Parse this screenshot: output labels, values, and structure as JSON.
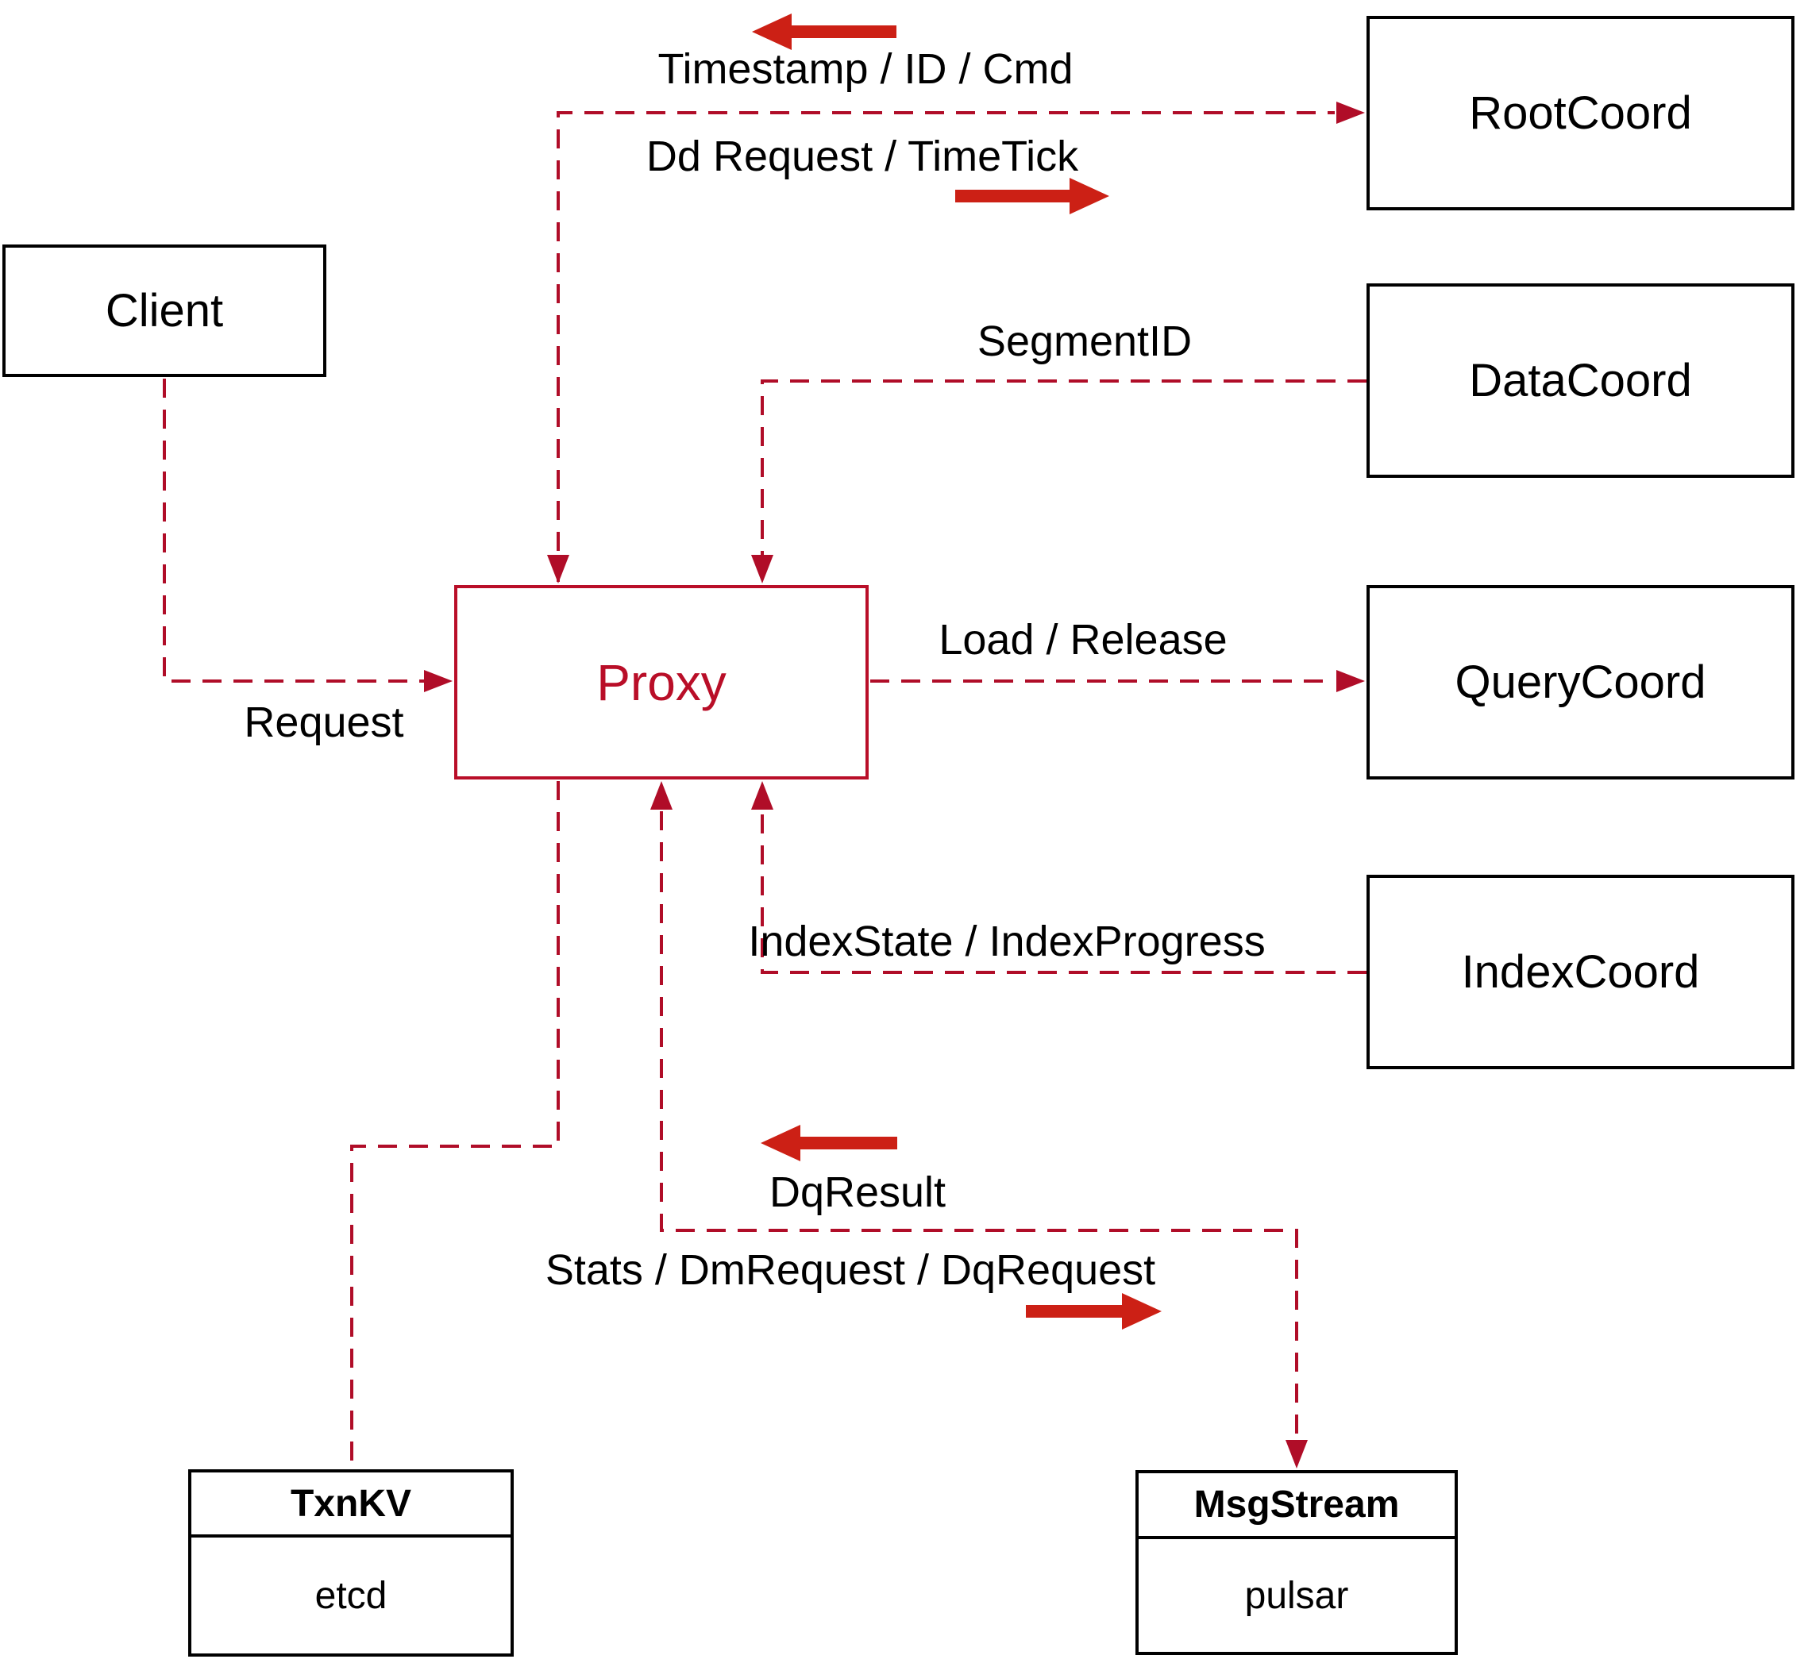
{
  "nodes": {
    "client": {
      "label": "Client"
    },
    "proxy": {
      "label": "Proxy"
    },
    "rootcoord": {
      "label": "RootCoord"
    },
    "datacoord": {
      "label": "DataCoord"
    },
    "querycoord": {
      "label": "QueryCoord"
    },
    "indexcoord": {
      "label": "IndexCoord"
    },
    "txnkv": {
      "title": "TxnKV",
      "subtitle": "etcd"
    },
    "msgstream": {
      "title": "MsgStream",
      "subtitle": "pulsar"
    }
  },
  "edges": {
    "timestamp": "Timestamp / ID / Cmd",
    "dd_request": "Dd Request / TimeTick",
    "segment_id": "SegmentID",
    "request": "Request",
    "load_release": "Load / Release",
    "index_state": "IndexState / IndexProgress",
    "dq_result": "DqResult",
    "stats": "Stats / DmRequest / DqRequest"
  },
  "icons": {
    "direction_arrow_left": "solid-left-arrow",
    "direction_arrow_right": "solid-right-arrow"
  },
  "colors": {
    "dashed_line": "#b00d28",
    "solid_arrow": "#cc2015",
    "node_border": "#000000",
    "proxy_accent": "#b90e28",
    "text": "#000000",
    "background": "#ffffff"
  }
}
